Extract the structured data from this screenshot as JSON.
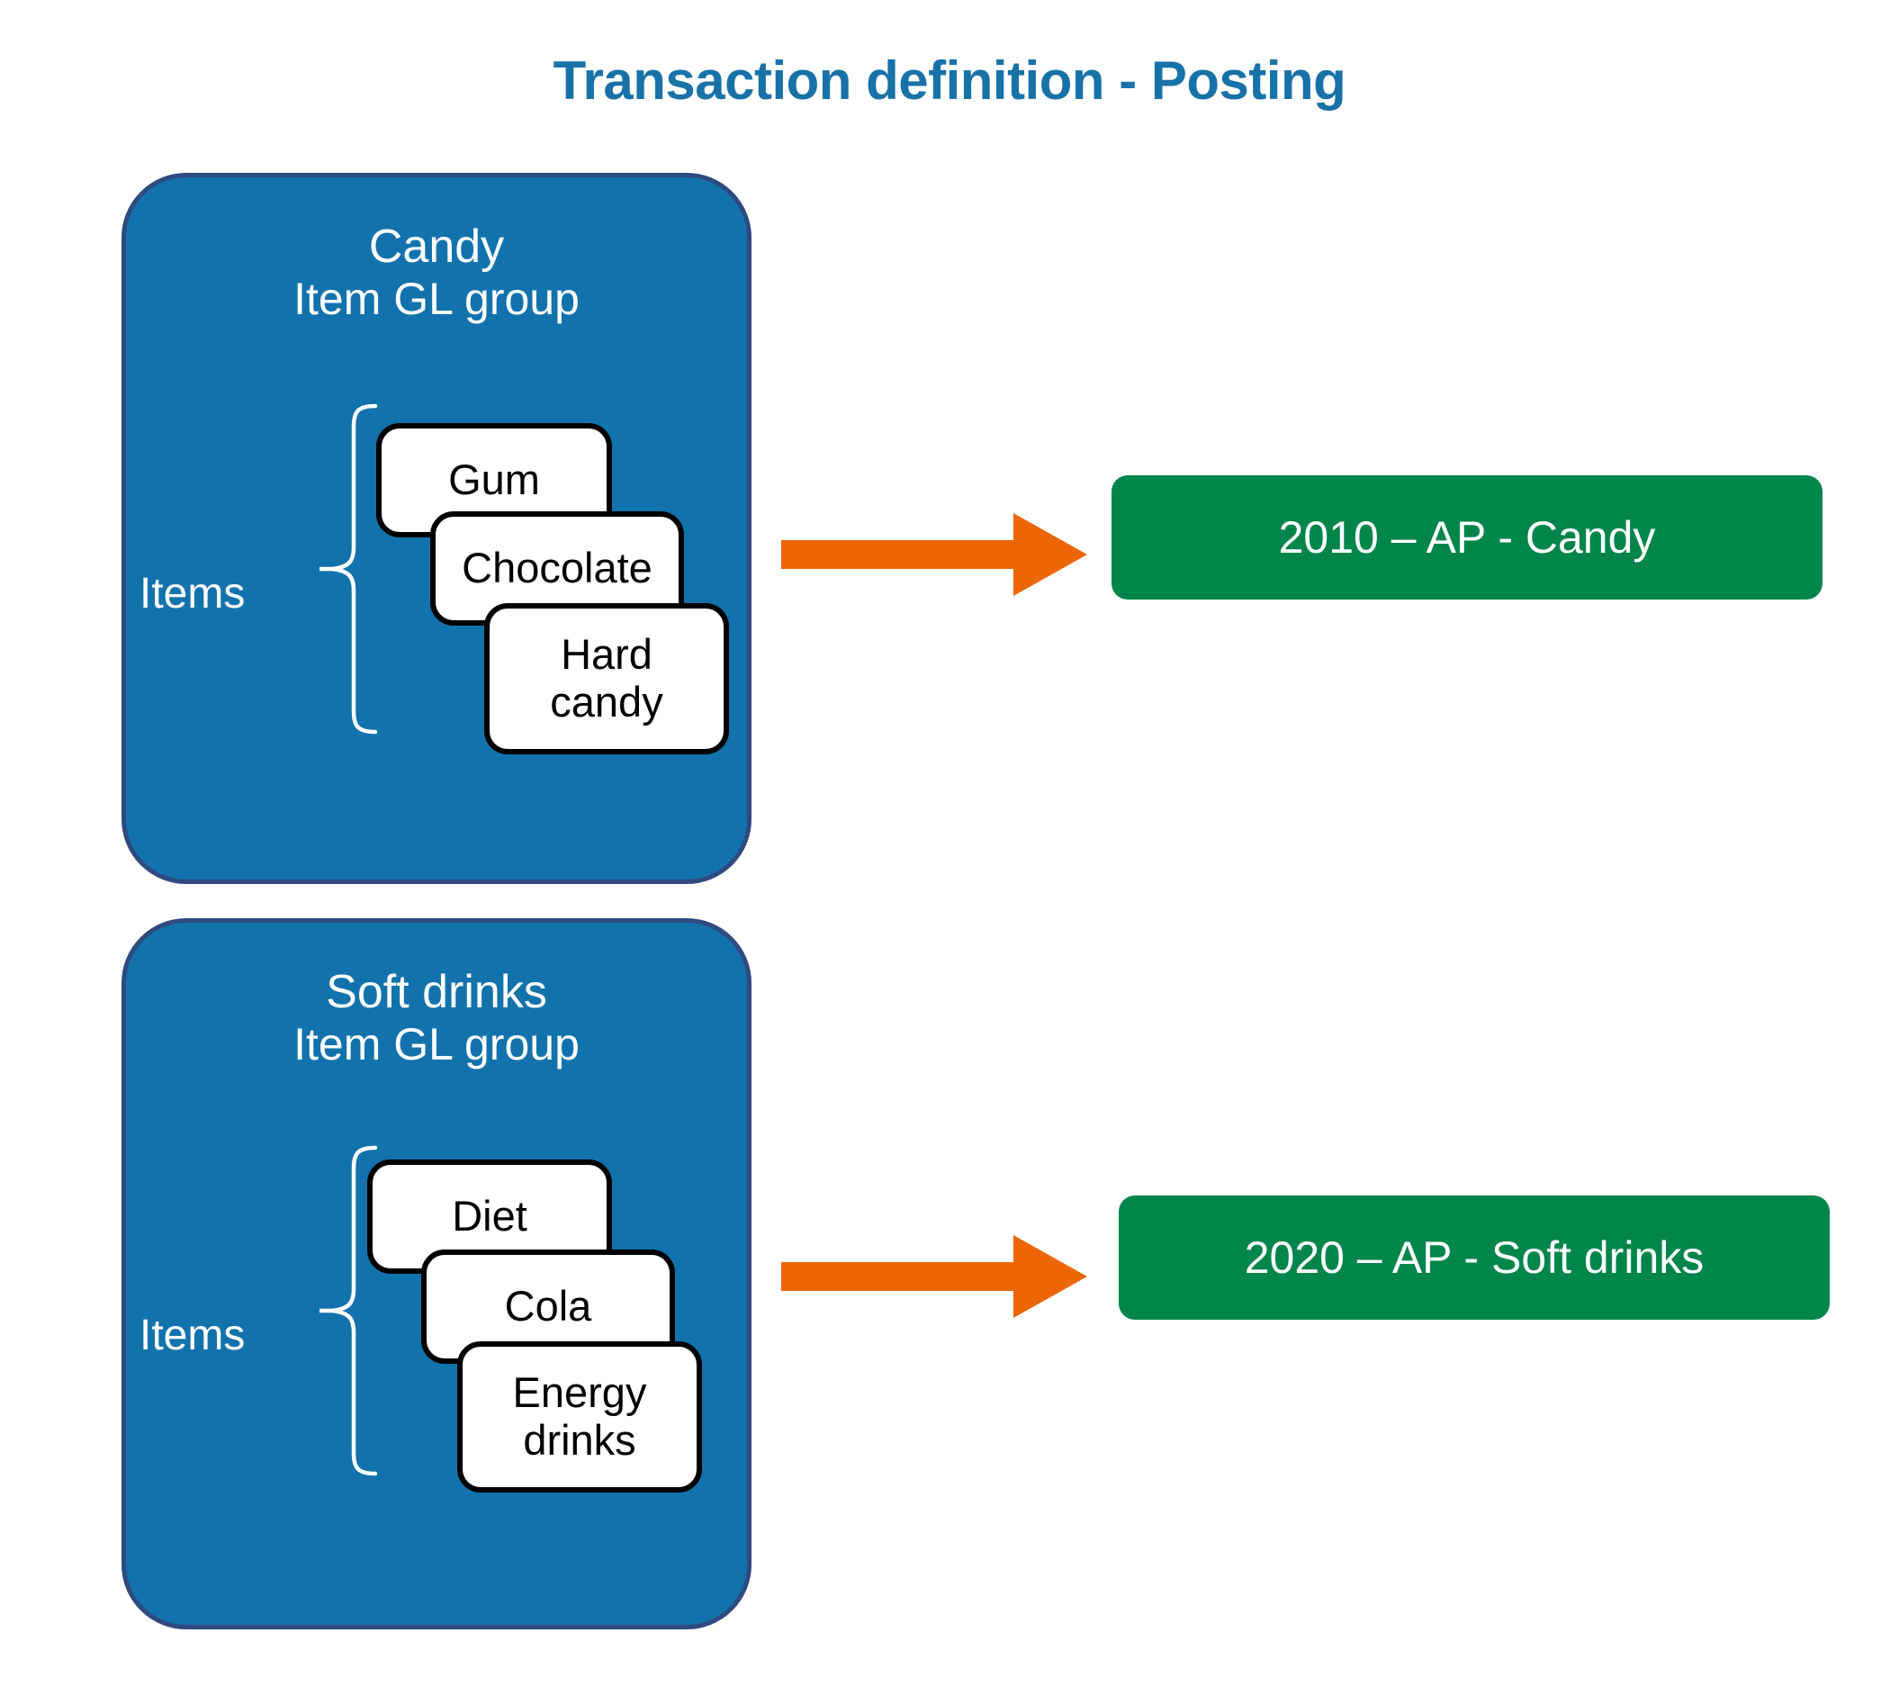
{
  "page": {
    "title": "Transaction definition - Posting",
    "background_color": "#ffffff",
    "title_color": "#1872A8"
  },
  "colors": {
    "group_panel_fill": "#1272AC",
    "group_panel_border": "#2F4A80",
    "item_card_fill": "#ffffff",
    "item_card_border": "#000000",
    "arrow": "#EC6608",
    "account_box": "#00854A",
    "white_text": "#ffffff"
  },
  "groups": [
    {
      "name": "Candy",
      "subtitle": "Item GL group",
      "items_label": "Items",
      "items": [
        "Gum",
        "Chocolate",
        "Hard candy"
      ],
      "arrow_icon": "right-arrow-icon",
      "account": "2010 – AP - Candy"
    },
    {
      "name": "Soft drinks",
      "subtitle": "Item GL group",
      "items_label": "Items",
      "items": [
        "Diet",
        "Cola",
        "Energy drinks"
      ],
      "arrow_icon": "right-arrow-icon",
      "account": "2020 – AP - Soft drinks"
    }
  ]
}
